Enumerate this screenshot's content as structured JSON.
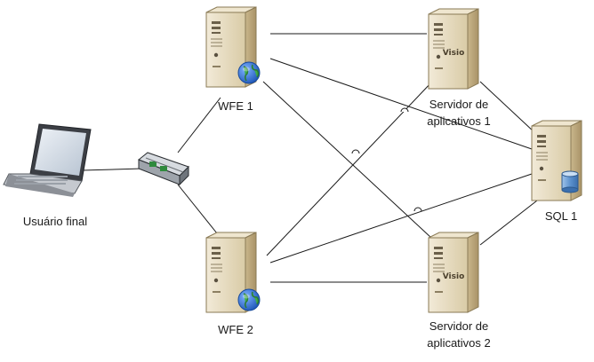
{
  "diagram": {
    "nodes": {
      "user": {
        "label": "Usuário final",
        "icon": "laptop-icon"
      },
      "router": {
        "icon": "router-icon"
      },
      "wfe1": {
        "label": "WFE 1",
        "icon": "server-icon",
        "badge_icon": "globe-icon"
      },
      "wfe2": {
        "label": "WFE 2",
        "icon": "server-icon",
        "badge_icon": "globe-icon"
      },
      "app1": {
        "label_line1": "Servidor de",
        "label_line2": "aplicativos 1",
        "tag": "Visio",
        "icon": "server-icon"
      },
      "app2": {
        "label_line1": "Servidor de",
        "label_line2": "aplicativos 2",
        "tag": "Visio",
        "icon": "server-icon"
      },
      "sql1": {
        "label": "SQL 1",
        "icon": "server-icon",
        "badge_icon": "database-icon"
      }
    },
    "colors": {
      "line": "#1a1a1a",
      "server_face": "#e7dcc2",
      "server_side": "#c7b68f",
      "globe": "#2a6fc9",
      "database": "#4f86c6"
    }
  }
}
